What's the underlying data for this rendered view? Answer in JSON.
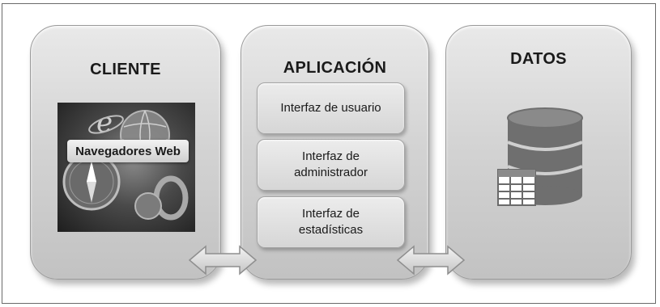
{
  "diagram": {
    "panels": [
      {
        "id": "cliente",
        "title": "CLIENTE"
      },
      {
        "id": "aplicacion",
        "title": "APLICACIÓN"
      },
      {
        "id": "datos",
        "title": "DATOS"
      }
    ],
    "cliente": {
      "browser_label": "Navegadores Web",
      "icon": "web-browsers-icon"
    },
    "aplicacion": {
      "modules": [
        "Interfaz de usuario",
        "Interfaz de administrador",
        "Interfaz de estadísticas"
      ]
    },
    "datos": {
      "icon": "database-table-icon"
    },
    "connectors": [
      {
        "from": "cliente",
        "to": "aplicacion",
        "type": "double-arrow"
      },
      {
        "from": "aplicacion",
        "to": "datos",
        "type": "double-arrow"
      }
    ]
  },
  "colors": {
    "panel_gradient_top": "#e9e9e9",
    "panel_gradient_bottom": "#c2c2c2",
    "database": "#6f6f6f",
    "text": "#1a1a1a"
  }
}
